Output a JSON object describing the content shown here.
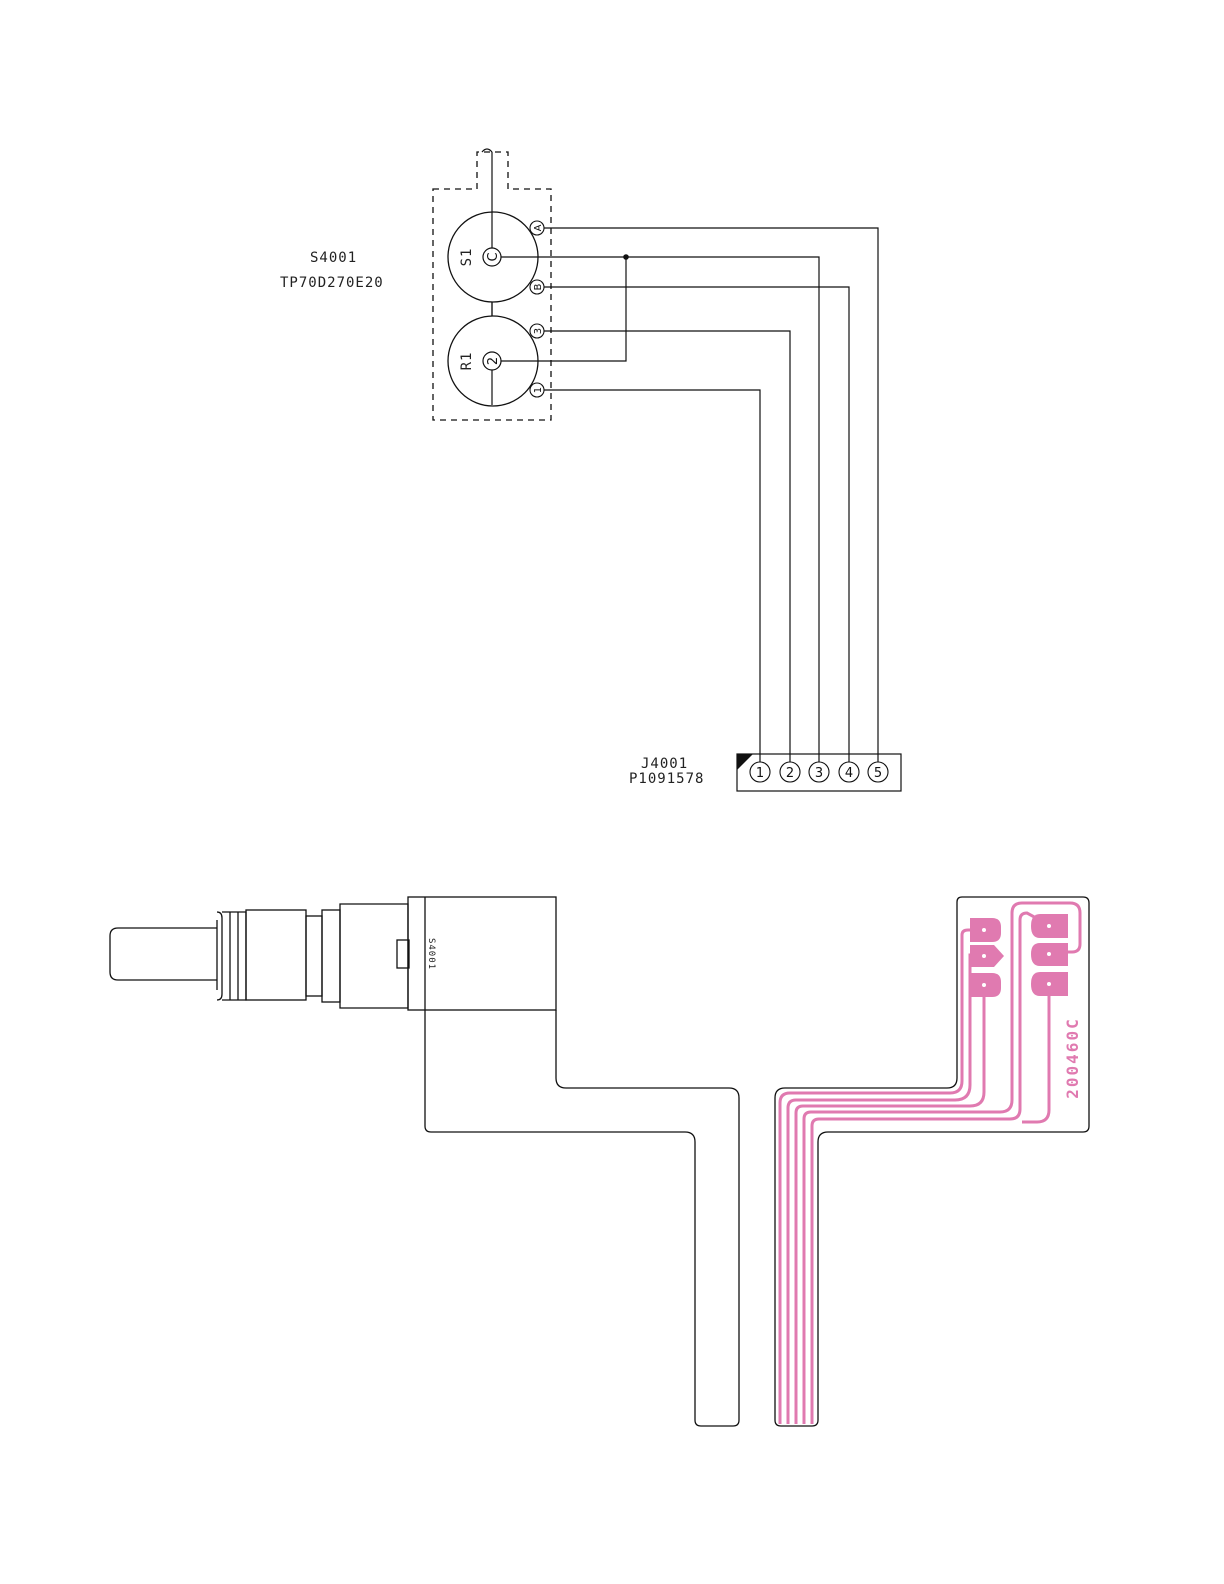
{
  "schematic": {
    "switch_ref": "S4001",
    "switch_part": "TP70D270E20",
    "switch_element": "S1",
    "switch_common": "C",
    "switch_pins": [
      "A",
      "B"
    ],
    "pot_element": "R1",
    "pot_wiper": "2",
    "pot_pins": [
      "3",
      "1"
    ],
    "connector_ref": "J4001",
    "connector_part": "P1091578",
    "connector_pins": [
      "1",
      "2",
      "3",
      "4",
      "5"
    ]
  },
  "assembly": {
    "component_label": "S4001",
    "board_code": "200460C"
  },
  "colors": {
    "trace": "#e07ab0",
    "line": "#111111"
  }
}
